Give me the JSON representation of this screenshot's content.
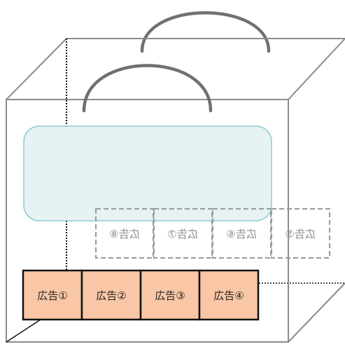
{
  "front_ads": [
    "広告①",
    "広告②",
    "広告③",
    "広告④"
  ],
  "back_ads": [
    "広告⑤",
    "広告⑥",
    "広告⑦",
    "広告⑧"
  ],
  "colors": {
    "bag_edge": "#8c8c8c",
    "handle": "#707070",
    "window_fill": "#e6f2f4",
    "window_stroke": "#8ccbd2",
    "front_ad_fill": "#f9c7a6",
    "front_ad_stroke": "#111111",
    "back_ad_stroke": "#9a9a9a"
  }
}
